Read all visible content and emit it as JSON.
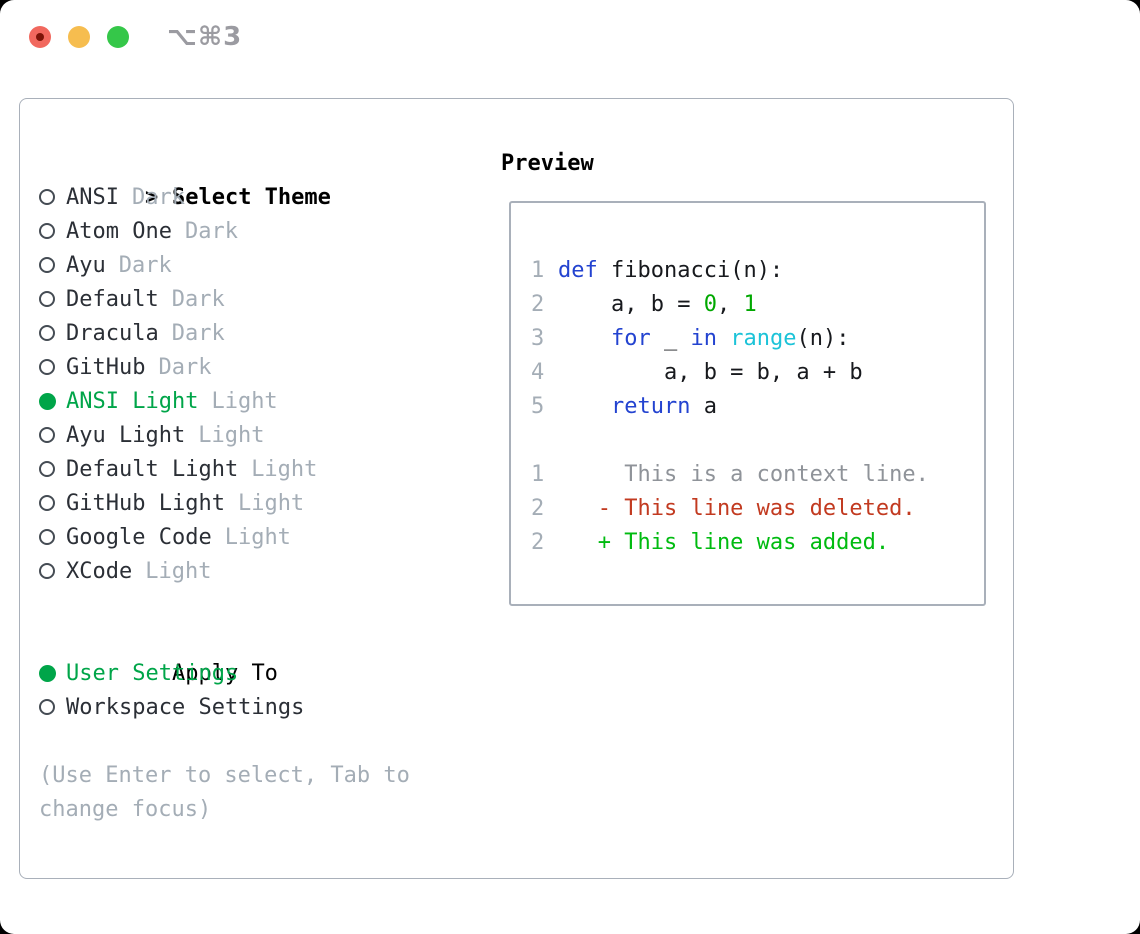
{
  "window": {
    "title": "⌥⌘3",
    "traffic_lights": [
      "close",
      "minimize",
      "zoom"
    ]
  },
  "colors": {
    "traffic_red": "#f1685e",
    "traffic_yellow": "#f6bd4f",
    "traffic_green": "#35c749",
    "selection_green": "#00a549",
    "tag_gray": "#a4adb6",
    "keyword_blue": "#2343d0",
    "function_cyan": "#1cc3d8",
    "number_green": "#00a800",
    "context_gray": "#8f9399",
    "deleted_red": "#c23a20",
    "added_green": "#00bb10",
    "line_number_gray": "#a4adb6"
  },
  "theme_selector": {
    "prompt": ">",
    "title": "Select Theme",
    "items": [
      {
        "name": "ANSI",
        "tag": "Dark",
        "selected": false
      },
      {
        "name": "Atom One",
        "tag": "Dark",
        "selected": false
      },
      {
        "name": "Ayu",
        "tag": "Dark",
        "selected": false
      },
      {
        "name": "Default",
        "tag": "Dark",
        "selected": false
      },
      {
        "name": "Dracula",
        "tag": "Dark",
        "selected": false
      },
      {
        "name": "GitHub",
        "tag": "Dark",
        "selected": false
      },
      {
        "name": "ANSI Light",
        "tag": "Light",
        "selected": true
      },
      {
        "name": "Ayu Light",
        "tag": "Light",
        "selected": false
      },
      {
        "name": "Default Light",
        "tag": "Light",
        "selected": false
      },
      {
        "name": "GitHub Light",
        "tag": "Light",
        "selected": false
      },
      {
        "name": "Google Code",
        "tag": "Light",
        "selected": false
      },
      {
        "name": "XCode",
        "tag": "Light",
        "selected": false
      }
    ]
  },
  "apply_to": {
    "title": "Apply To",
    "options": [
      {
        "name": "User Settings",
        "selected": true
      },
      {
        "name": "Workspace Settings",
        "selected": false
      }
    ]
  },
  "help": {
    "lines": [
      "(Use Enter to select, Tab to",
      "change focus)"
    ]
  },
  "preview": {
    "title": "Preview",
    "lines": [
      {
        "num": "",
        "segs": []
      },
      {
        "num": "1",
        "segs": [
          {
            "t": "def",
            "c": "kw"
          },
          {
            "t": " fibonacci(n):",
            "c": "fg"
          }
        ]
      },
      {
        "num": "2",
        "segs": [
          {
            "t": "    a, b = ",
            "c": "fg"
          },
          {
            "t": "0",
            "c": "num"
          },
          {
            "t": ", ",
            "c": "fg"
          },
          {
            "t": "1",
            "c": "num"
          }
        ]
      },
      {
        "num": "3",
        "segs": [
          {
            "t": "    ",
            "c": "fg"
          },
          {
            "t": "for",
            "c": "kw"
          },
          {
            "t": " _ ",
            "c": "fg"
          },
          {
            "t": "in",
            "c": "kw"
          },
          {
            "t": " ",
            "c": "fg"
          },
          {
            "t": "range",
            "c": "fn"
          },
          {
            "t": "(n):",
            "c": "fg"
          }
        ]
      },
      {
        "num": "4",
        "segs": [
          {
            "t": "        a, b = b, a + b",
            "c": "fg"
          }
        ]
      },
      {
        "num": "5",
        "segs": [
          {
            "t": "    ",
            "c": "fg"
          },
          {
            "t": "return",
            "c": "kw"
          },
          {
            "t": " a",
            "c": "fg"
          }
        ]
      },
      {
        "num": "",
        "segs": []
      },
      {
        "num": "1",
        "segs": [
          {
            "t": "     This is a context line.",
            "c": "ctx"
          }
        ]
      },
      {
        "num": "2",
        "segs": [
          {
            "t": "   - This line was deleted.",
            "c": "del"
          }
        ]
      },
      {
        "num": "2",
        "segs": [
          {
            "t": "   + This line was added.",
            "c": "add"
          }
        ]
      }
    ]
  }
}
